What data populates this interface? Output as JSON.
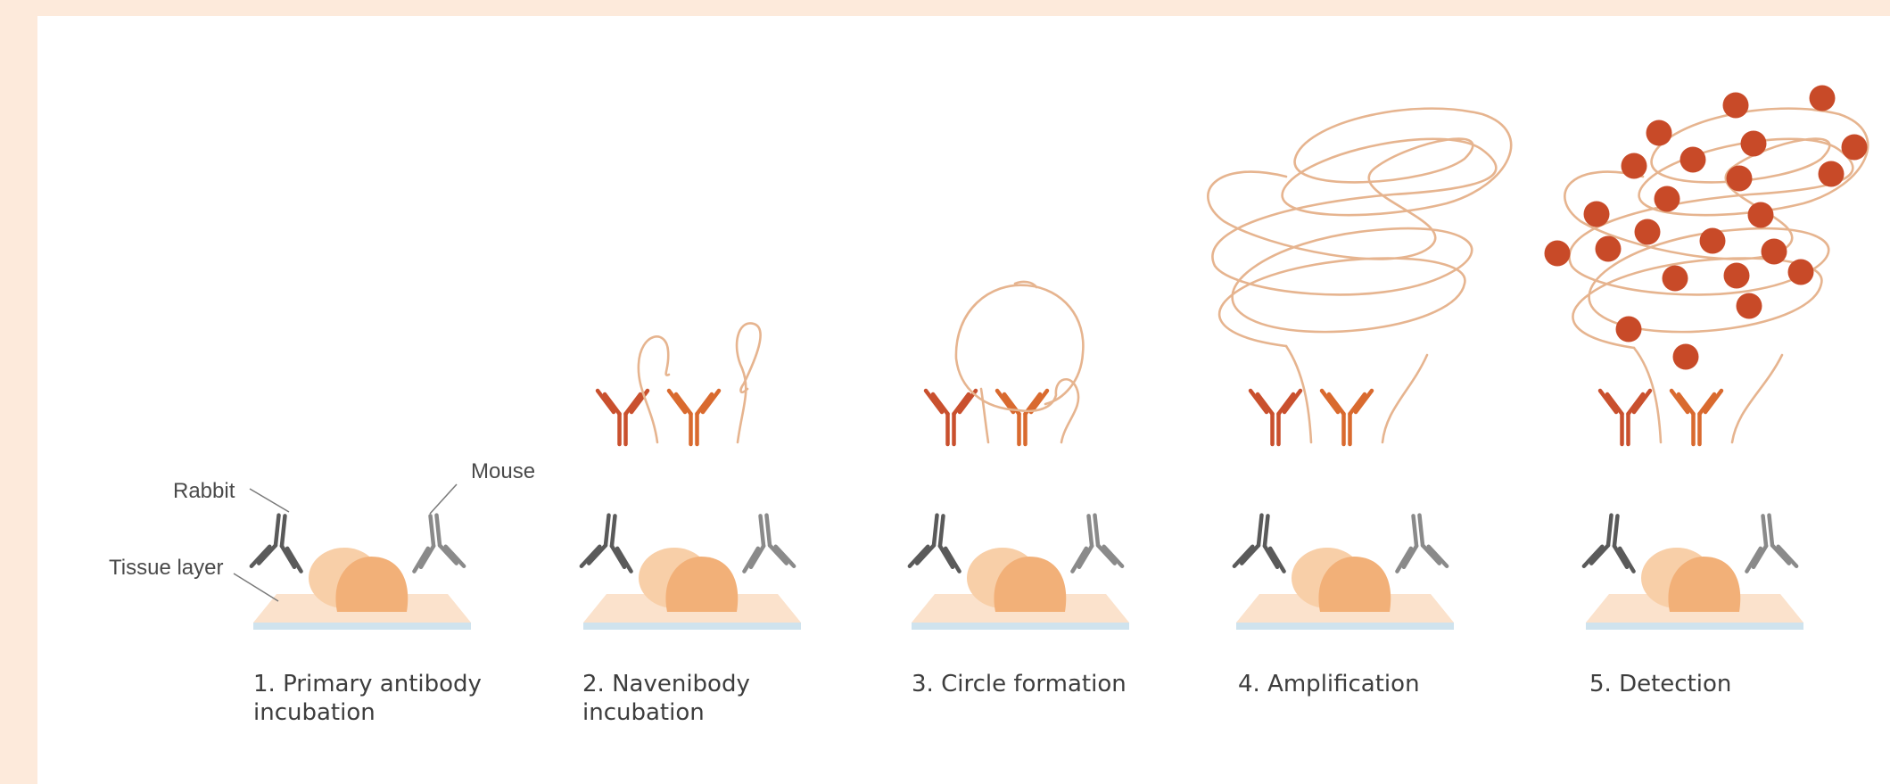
{
  "colors": {
    "background": "#fdeadb",
    "card": "#ffffff",
    "slide_top": "#fbe2cc",
    "slide_edge": "#cfe3ee",
    "tissue_light": "#f8cfa8",
    "tissue_dark": "#f2b078",
    "rabbit_antibody": "#5a5a5a",
    "mouse_antibody": "#8a8a8a",
    "navenibody_1": "#c9502e",
    "navenibody_2": "#d96a2f",
    "dna_strand": "#e6b48f",
    "detection_dot": "#c84a28",
    "text": "#3d3d3d"
  },
  "labels": {
    "rabbit": "Rabbit",
    "mouse": "Mouse",
    "tissue_layer": "Tissue layer"
  },
  "steps": [
    {
      "line1": "1. Primary antibody",
      "line2": "incubation"
    },
    {
      "line1": "2. Navenibody",
      "line2": "incubation"
    },
    {
      "line1": "3. Circle formation",
      "line2": ""
    },
    {
      "line1": "4. Amplification",
      "line2": ""
    },
    {
      "line1": "5. Detection",
      "line2": ""
    }
  ],
  "icons": {
    "primary_antibody": "antibody-y-icon",
    "navenibody": "navenibody-y-icon",
    "tissue": "tissue-blob-icon",
    "dot": "fluorescent-dot-icon"
  }
}
